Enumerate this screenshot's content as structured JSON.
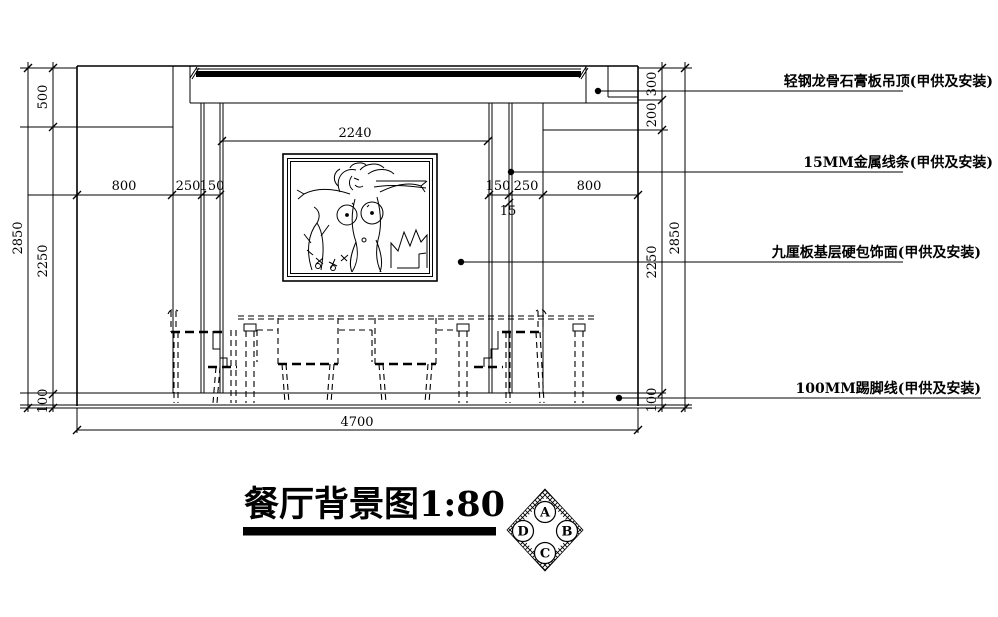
{
  "drawing_title": {
    "text": "餐厅背景图1:80"
  },
  "annotations": {
    "ceiling": "轻钢龙骨石膏板吊顶(甲供及安装)",
    "metal_trim": "15MM金属线条(甲供及安装)",
    "hard_panel": "九厘板基层硬包饰面(甲供及安装)",
    "skirting": "100MM踢脚线(甲供及安装)"
  },
  "dimensions": {
    "left_total": "2850",
    "left_top": "500",
    "left_mid": "2250",
    "left_bottom": "100",
    "right_seg1": "300",
    "right_seg2": "200",
    "right_seg3": "2250",
    "right_seg4": "100",
    "right_total": "2850",
    "center_width": "2240",
    "lw_800": "800",
    "lw_250": "250",
    "lw_150": "150",
    "rw_150": "150",
    "rw_250": "250",
    "rw_800": "800",
    "trim_width": "15",
    "overall_width": "4700"
  },
  "stamp": {
    "top": "A",
    "right": "B",
    "bottom": "C",
    "left": "D"
  },
  "colors": {
    "line": "#000000",
    "background": "#ffffff"
  }
}
